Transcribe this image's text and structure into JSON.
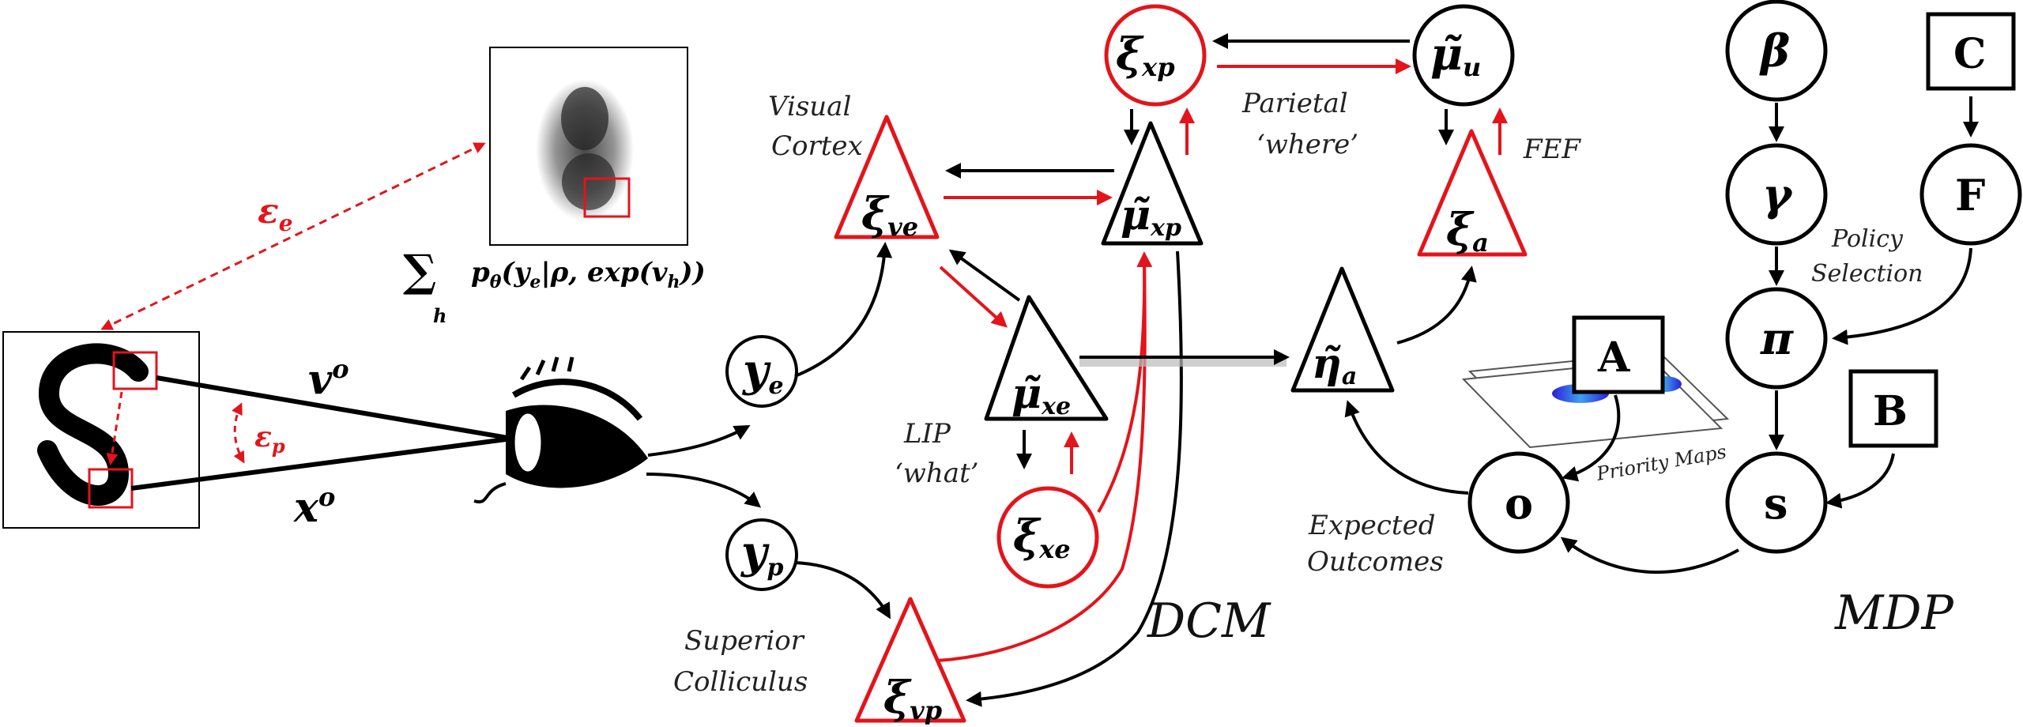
{
  "nodes": {
    "eps_e": {
      "main": "ε",
      "sub": "e"
    },
    "eps_p": {
      "main": "ε",
      "sub": "p"
    },
    "v_o": {
      "main": "v",
      "sup": "o"
    },
    "x_o": {
      "main": "x",
      "sup": "o"
    },
    "sum_formula": {
      "sum": "∑",
      "below": "h",
      "expr": "p",
      "expr_sub": "θ",
      "expr_rest": "(y",
      "y_sub": "e",
      "bar": "|ρ, exp(v",
      "v_sub": "h",
      "close": "))"
    },
    "y_e": {
      "main": "y",
      "sub": "e"
    },
    "y_p": {
      "main": "y",
      "sub": "p"
    },
    "xi_ve": {
      "main": "ξ",
      "sub": "ve"
    },
    "xi_vp": {
      "main": "ξ",
      "sub": "vp"
    },
    "mu_xe": {
      "main": "μ̃",
      "sub": "xe"
    },
    "xi_xe": {
      "main": "ξ",
      "sub": "xe"
    },
    "mu_xp": {
      "main": "μ̃",
      "sub": "xp"
    },
    "xi_xp": {
      "main": "ξ",
      "sub": "xp"
    },
    "mu_u": {
      "main": "μ̃",
      "sub": "u"
    },
    "xi_a": {
      "main": "ξ",
      "sub": "a"
    },
    "eta_a": {
      "main": "η̃",
      "sub": "a"
    },
    "o": {
      "main": "o"
    },
    "s": {
      "main": "s"
    },
    "pi": {
      "main": "π"
    },
    "gamma": {
      "main": "γ"
    },
    "beta": {
      "main": "β"
    },
    "F": {
      "main": "F"
    },
    "A": {
      "main": "A"
    },
    "B": {
      "main": "B"
    },
    "C": {
      "main": "C"
    }
  },
  "labels": {
    "visual_cortex_1": "Visual",
    "visual_cortex_2": "Cortex",
    "parietal_1": "Parietal",
    "parietal_2": "‘where’",
    "fef": "FEF",
    "lip_1": "LIP",
    "lip_2": "‘what’",
    "superior_1": "Superior",
    "superior_2": "Colliculus",
    "expected_1": "Expected",
    "expected_2": "Outcomes",
    "policy_1": "Policy",
    "policy_2": "Selection",
    "priority_maps": "Priority Maps",
    "dcm": "DCM",
    "mdp": "MDP"
  },
  "colors": {
    "red": "#e3141b",
    "black": "#000000"
  }
}
